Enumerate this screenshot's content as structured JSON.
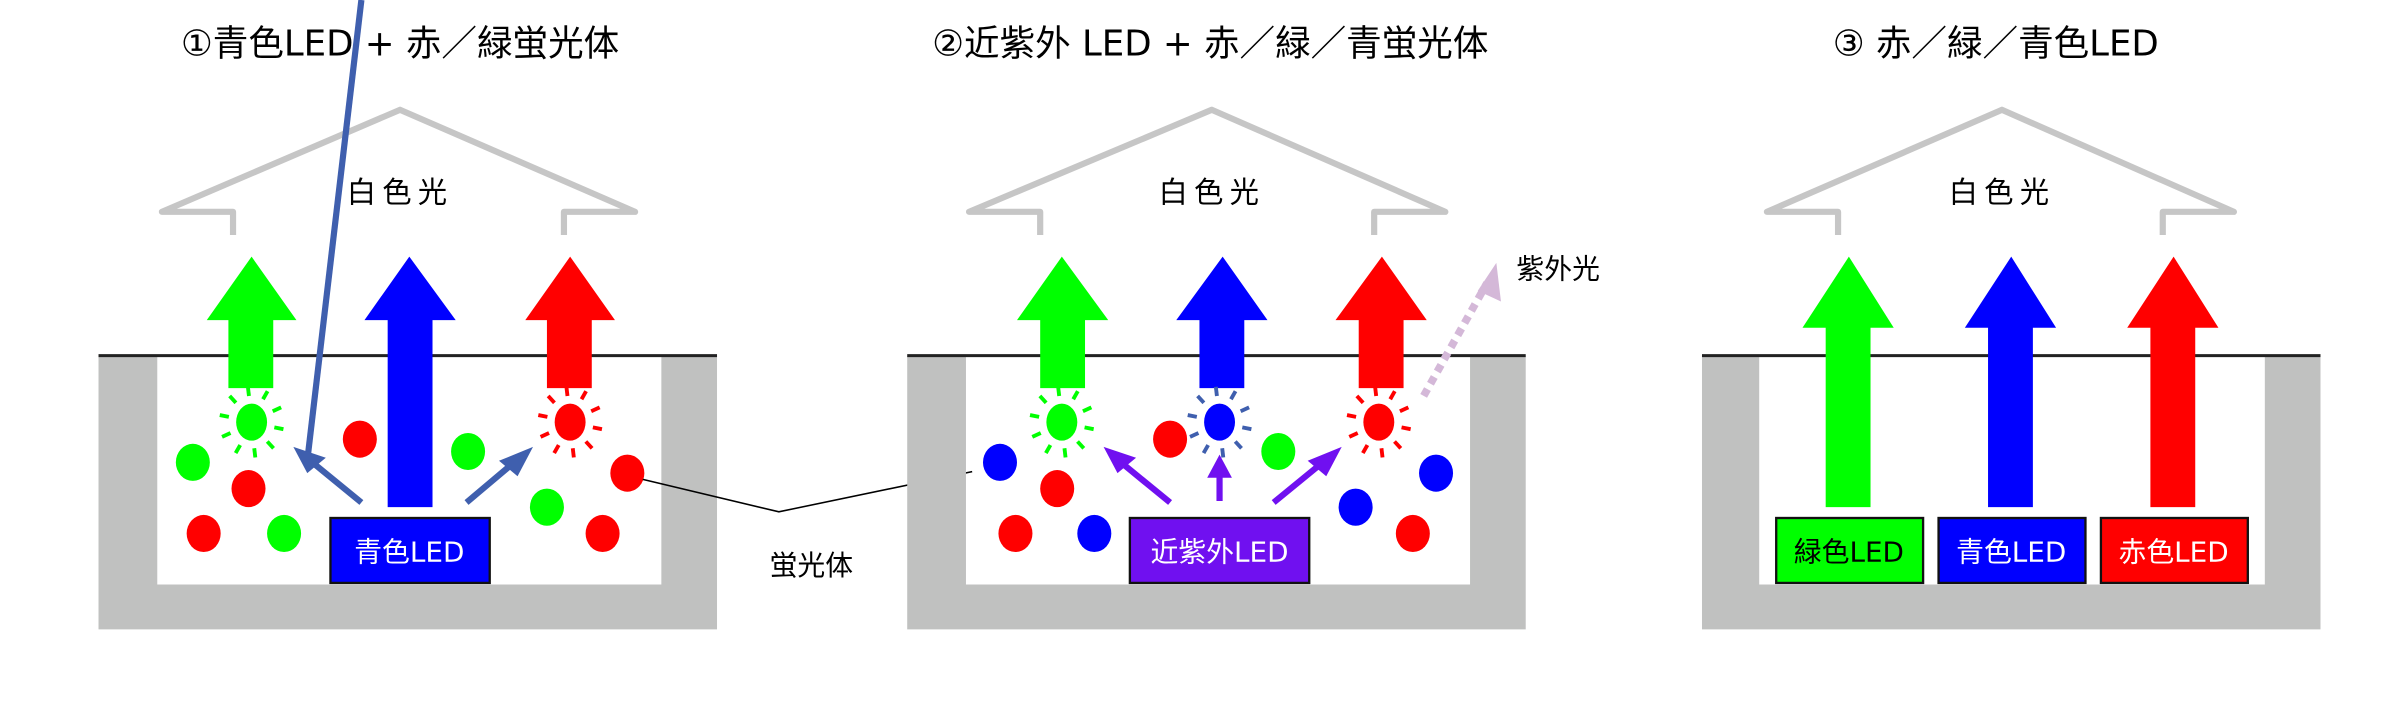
{
  "colors": {
    "green": "#00ff00",
    "blue": "#0000ff",
    "red": "#ff0000",
    "violet": "#7010f0",
    "excite_arrow": "#3f5fae",
    "uv_dots": "#d4b8d8",
    "housing": "#c0c1c0",
    "white_outline": "#c6c6c6"
  },
  "panels": [
    {
      "title": "①青色LED + 赤／緑蛍光体",
      "white_light_label": "白色光",
      "led_label": "青色LED",
      "led_color": "#0000ff",
      "led_text_color": "#ffffff"
    },
    {
      "title": "②近紫外 LED + 赤／緑／青蛍光体",
      "white_light_label": "白色光",
      "led_label": "近紫外LED",
      "led_color": "#7010f0",
      "led_text_color": "#ffffff",
      "uv_label": "紫外光"
    },
    {
      "title": "③ 赤／緑／青色LED",
      "white_light_label": "白色光",
      "leds": [
        {
          "label": "緑色LED",
          "color": "#00ff00",
          "text_color": "#000000"
        },
        {
          "label": "青色LED",
          "color": "#0000ff",
          "text_color": "#ffffff"
        },
        {
          "label": "赤色LED",
          "color": "#ff0000",
          "text_color": "#ffffff"
        }
      ]
    }
  ],
  "phosphor_label": "蛍光体"
}
